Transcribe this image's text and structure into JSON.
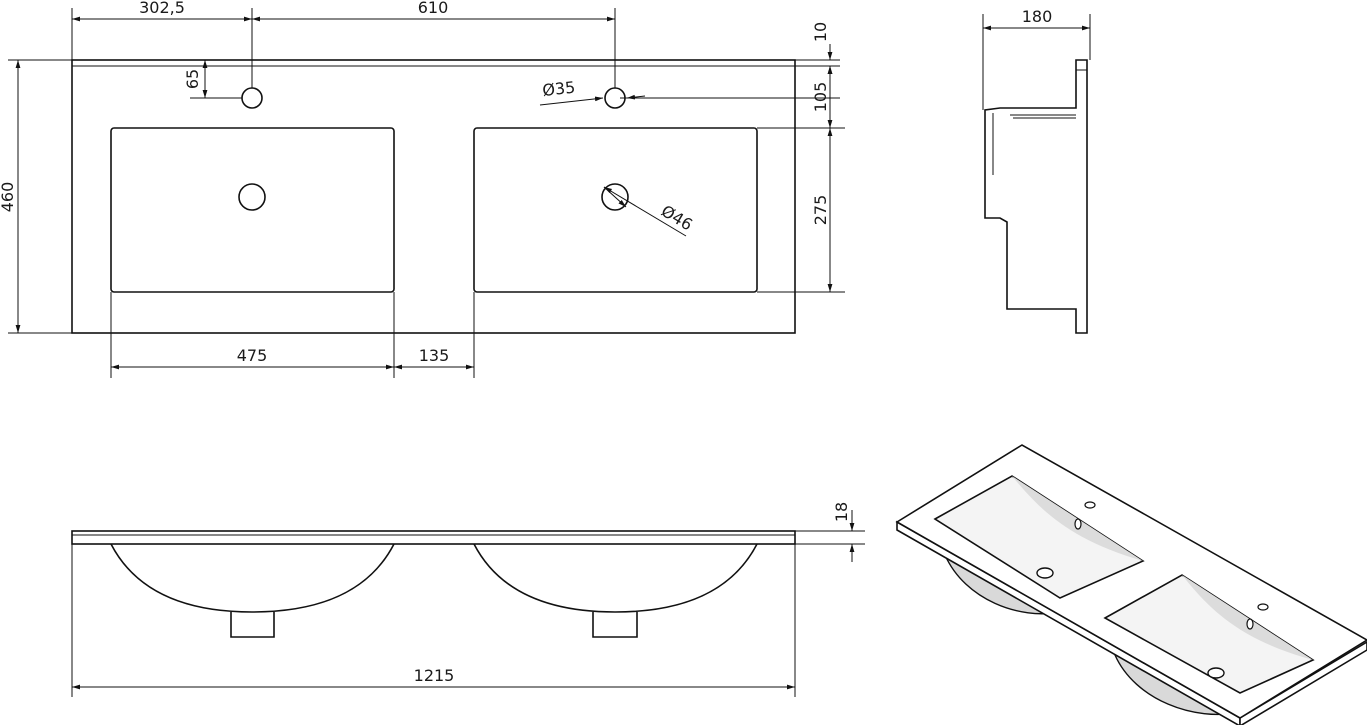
{
  "drawing": {
    "colors": {
      "line": "#111111",
      "background": "#ffffff",
      "shade": "#d9d9d9"
    },
    "dimensions": {
      "hole_offset": "302,5",
      "hole_spacing": "610",
      "top_rim": "10",
      "hole_from_back": "65",
      "hole_to_bowl": "105",
      "tap_hole_diameter": "Ø35",
      "drain_diameter": "Ø46",
      "depth": "460",
      "bowl_depth": "275",
      "bowl_width": "475",
      "bowl_gap": "135",
      "side_width": "180",
      "slab_thickness": "18",
      "total_width": "1215"
    }
  }
}
